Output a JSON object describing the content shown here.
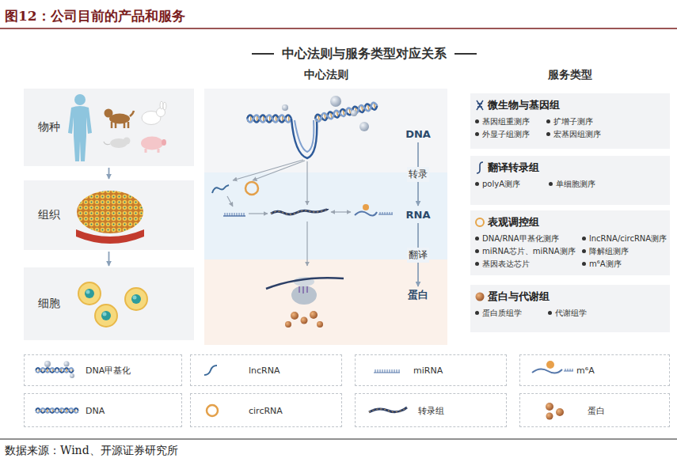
{
  "diagram": {
    "title": "图12：公司目前的产品和服务",
    "caption": "数据来源：Wind、开源证券研究所",
    "nodes": [
      {
        "text": [
          "物种"
        ]
      },
      {
        "text": [
          "组织"
        ]
      },
      {
        "text": [
          "细胞"
        ]
      },
      {
        "text": [
          "中心法则"
        ]
      },
      {
        "text": [
          "DNA"
        ],
        "in": 3
      },
      {
        "text": [
          "RNA"
        ],
        "in": 3
      },
      {
        "text": [
          "蛋白"
        ],
        "in": 3
      },
      {
        "text": [
          "服务类型"
        ]
      },
      {
        "text": [
          "微生物与基因组",
          "基因组重测序",
          "扩增子测序",
          "外显子组测序",
          "宏基因组测序"
        ],
        "in": 7
      },
      {
        "text": [
          "翻译转录组",
          "polyA测序",
          "单细胞测序"
        ],
        "in": 7
      },
      {
        "text": [
          "表观调控组",
          "DNA/RNA甲基化测序",
          "lncRNA/circRNA测序",
          "miRNA芯片、miRNA测序",
          "降解组测序",
          "基因表达芯片",
          "m⁶A测序"
        ],
        "in": 7
      },
      {
        "text": [
          "蛋白与代谢组",
          "蛋白质组学",
          "代谢组学"
        ],
        "in": 7
      }
    ],
    "edges": [
      {
        "from": 0,
        "to": 1,
        "arrow": "to"
      },
      {
        "from": 1,
        "to": 2,
        "arrow": "to"
      },
      {
        "from": 4,
        "to": 5,
        "label": "转录",
        "arrow": "to"
      },
      {
        "from": 5,
        "to": 6,
        "label": "翻译",
        "arrow": "to"
      }
    ],
    "labels": [
      "中心法则与服务类型对应关系"
    ],
    "legend": [
      {
        "text": "DNA甲基化"
      },
      {
        "text": "lncRNA"
      },
      {
        "text": "miRNA"
      },
      {
        "text": "m⁶A"
      },
      {
        "text": "DNA"
      },
      {
        "text": "circRNA"
      },
      {
        "text": "转录组"
      },
      {
        "text": "蛋白"
      }
    ]
  }
}
